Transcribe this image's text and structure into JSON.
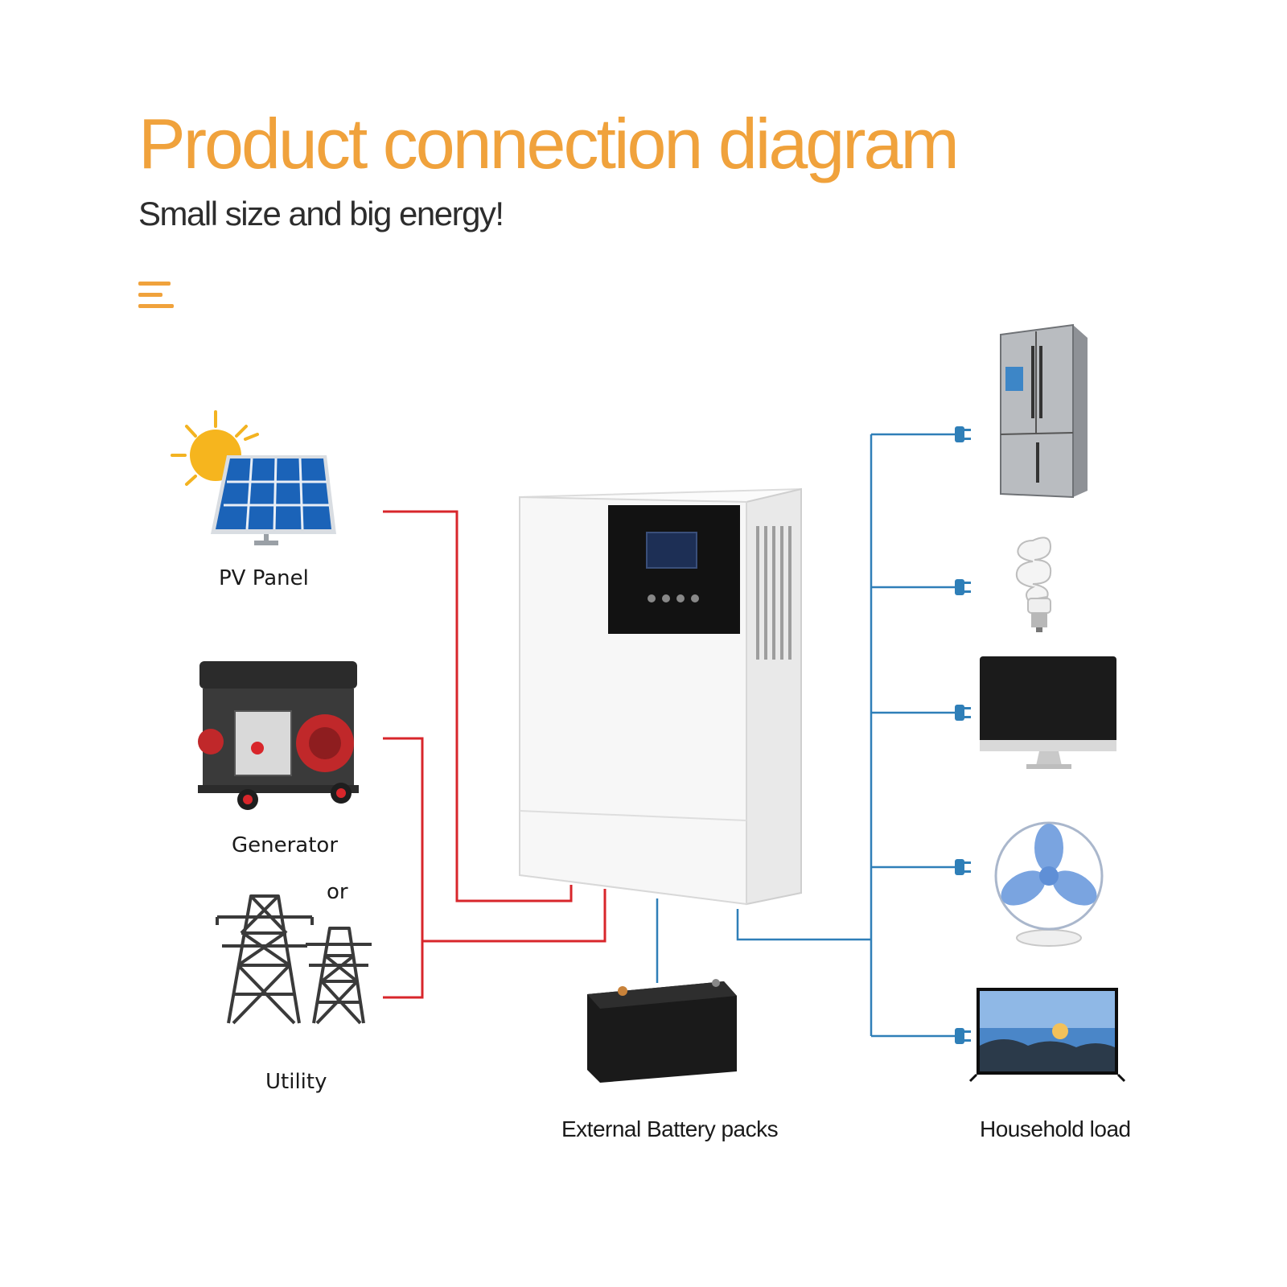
{
  "header": {
    "title": "Product connection diagram",
    "subtitle": "Small size and big energy!"
  },
  "sources": {
    "pv_panel": "PV Panel",
    "generator": "Generator",
    "or": "or",
    "utility": "Utility"
  },
  "battery": {
    "label": "External Battery packs"
  },
  "loads": {
    "label": "Household load"
  },
  "colors": {
    "accent": "#f0a23c",
    "input_line": "#d8262b",
    "output_line": "#2f7fb8"
  }
}
